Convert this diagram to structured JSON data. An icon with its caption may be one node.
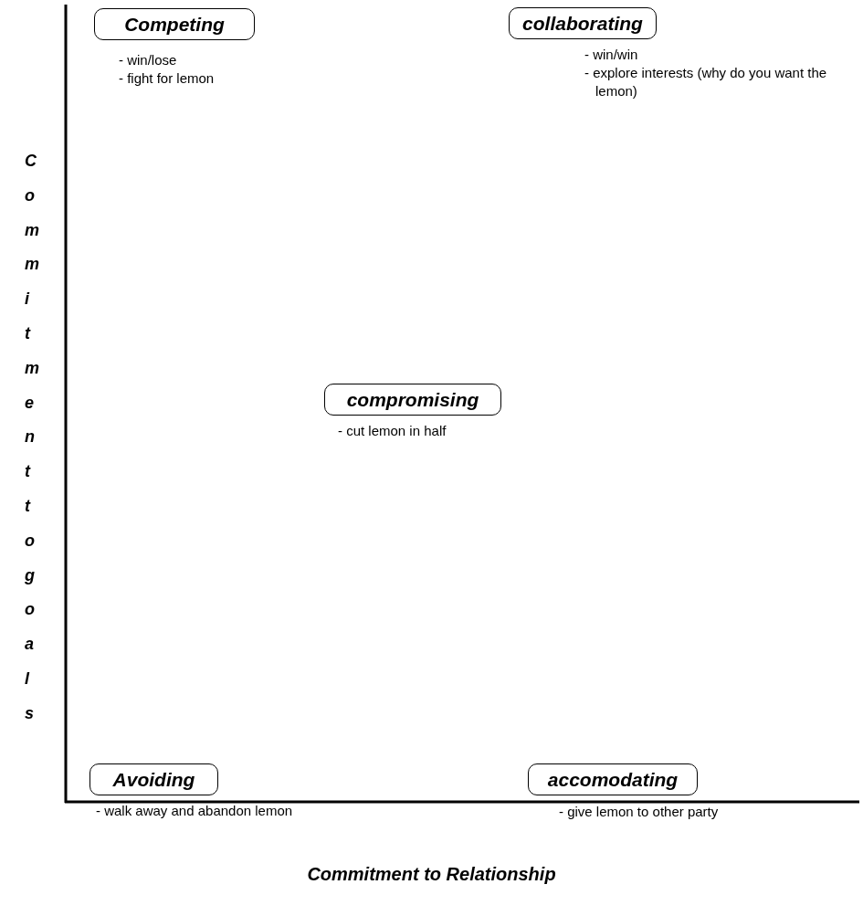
{
  "diagram": {
    "nodes": [
      {
        "text": [
          "Competing"
        ],
        "beside": [
          "- win/lose",
          "- fight for lemon"
        ]
      },
      {
        "text": [
          "collaborating"
        ],
        "beside": [
          "- win/win",
          "- explore interests (why do you want the lemon)"
        ]
      },
      {
        "text": [
          "compromising"
        ],
        "beside": [
          "- cut lemon in half"
        ]
      },
      {
        "text": [
          "Avoiding"
        ],
        "beside": [
          "- walk away and abandon lemon"
        ]
      },
      {
        "text": [
          "accomodating"
        ],
        "beside": [
          "- give lemon to other party"
        ]
      }
    ],
    "labels": [
      "Commitment to goals",
      "Commitment to Relationship"
    ]
  }
}
